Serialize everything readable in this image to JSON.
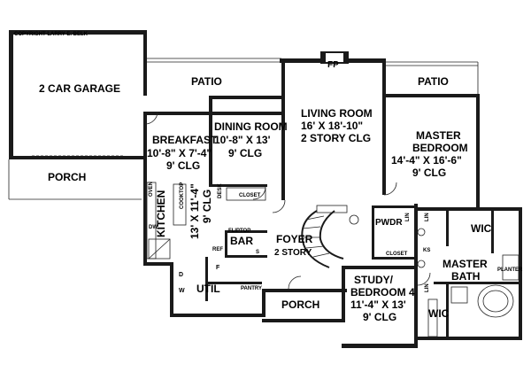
{
  "copyright": "COPYRIGHT LARRY E. BELK",
  "rooms": {
    "garage": "2 CAR GARAGE",
    "patio_left": "PATIO",
    "patio_right": "PATIO",
    "fireplace": "FP",
    "living": {
      "name": "LIVING ROOM",
      "dims": "16' X 18'-10\"",
      "clg": "2 STORY CLG"
    },
    "dining": {
      "name": "DINING ROOM",
      "dims": "10'-8\" X 13'",
      "clg": "9' CLG"
    },
    "breakfast": {
      "name": "BREAKFAST",
      "dims": "10'-8\" X 7'-4\"",
      "clg": "9' CLG"
    },
    "master_bedroom": {
      "name1": "MASTER",
      "name2": "BEDROOM",
      "dims": "14'-4\" X 16'-6\"",
      "clg": "9' CLG"
    },
    "porch_left": "PORCH",
    "kitchen": {
      "name": "KITCHEN",
      "dims": "13' X 11'-4\"",
      "clg": "9' CLG"
    },
    "bar": "BAR",
    "foyer": {
      "name": "FOYER",
      "clg": "2 STORY"
    },
    "pwdr": "PWDR",
    "wic_top": "WIC",
    "master_bath": {
      "name1": "MASTER",
      "name2": "BATH"
    },
    "study": {
      "name1": "STUDY/",
      "name2": "BEDROOM 4",
      "dims": "11'-4\" X 13'",
      "clg": "9' CLG"
    },
    "porch_front": "PORCH",
    "util": "UTIL",
    "wic_bottom": "WIC"
  },
  "fixtures": {
    "oven": "OVEN",
    "cooktop": "COOKTOP",
    "dw": "DW",
    "desk": "DESK",
    "closet_dining": "CLOSET",
    "fliptop": "FLIPTOP",
    "ref": "REF",
    "s": "S",
    "f": "F",
    "d": "D",
    "w": "W",
    "pantry": "PANTRY",
    "lin1": "LIN",
    "lin2": "LIN",
    "lin3": "LIN",
    "ks": "KS",
    "closet_hall": "CLOSET",
    "planter": "PLANTER"
  }
}
